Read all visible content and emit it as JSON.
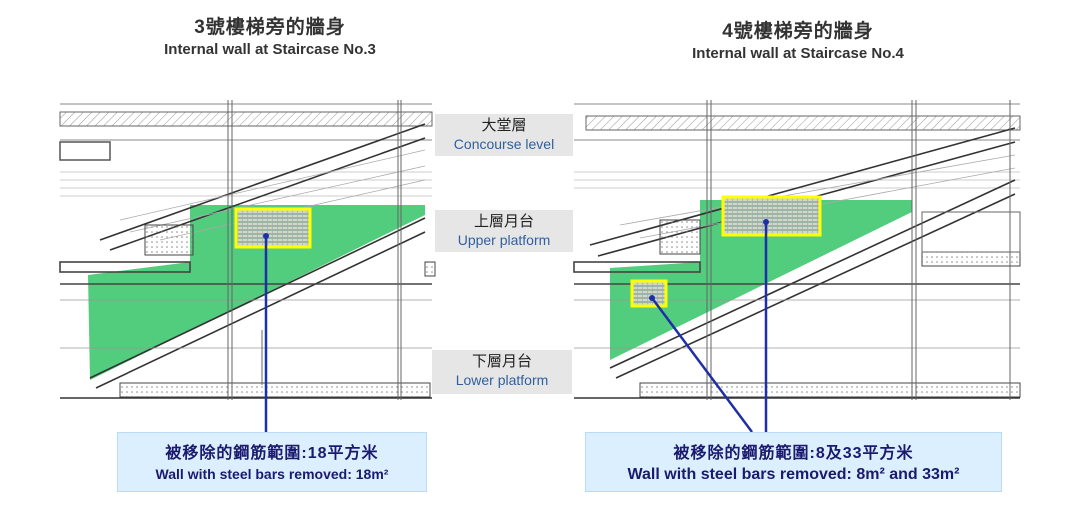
{
  "panels": [
    {
      "title_zh": "3號樓梯旁的牆身",
      "title_en": "Internal wall at Staircase No.3",
      "removed_zh": "被移除的鋼筋範圍:18平方米",
      "removed_en": "Wall with steel bars removed: 18m²"
    },
    {
      "title_zh": "4號樓梯旁的牆身",
      "title_en": "Internal wall at Staircase No.4",
      "removed_zh": "被移除的鋼筋範圍:8及33平方米",
      "removed_en": "Wall with steel bars removed: 8m² and 33m²"
    }
  ],
  "levels": [
    {
      "zh": "大堂層",
      "en": "Concourse level"
    },
    {
      "zh": "上層月台",
      "en": "Upper platform"
    },
    {
      "zh": "下層月台",
      "en": "Lower platform"
    }
  ],
  "colors": {
    "wall_fill": "#3fc66f",
    "highlight_box": "#ffff00",
    "pointer_line": "#1f2fa8",
    "callout_bg": "#dcefff",
    "structure": "#444444"
  }
}
